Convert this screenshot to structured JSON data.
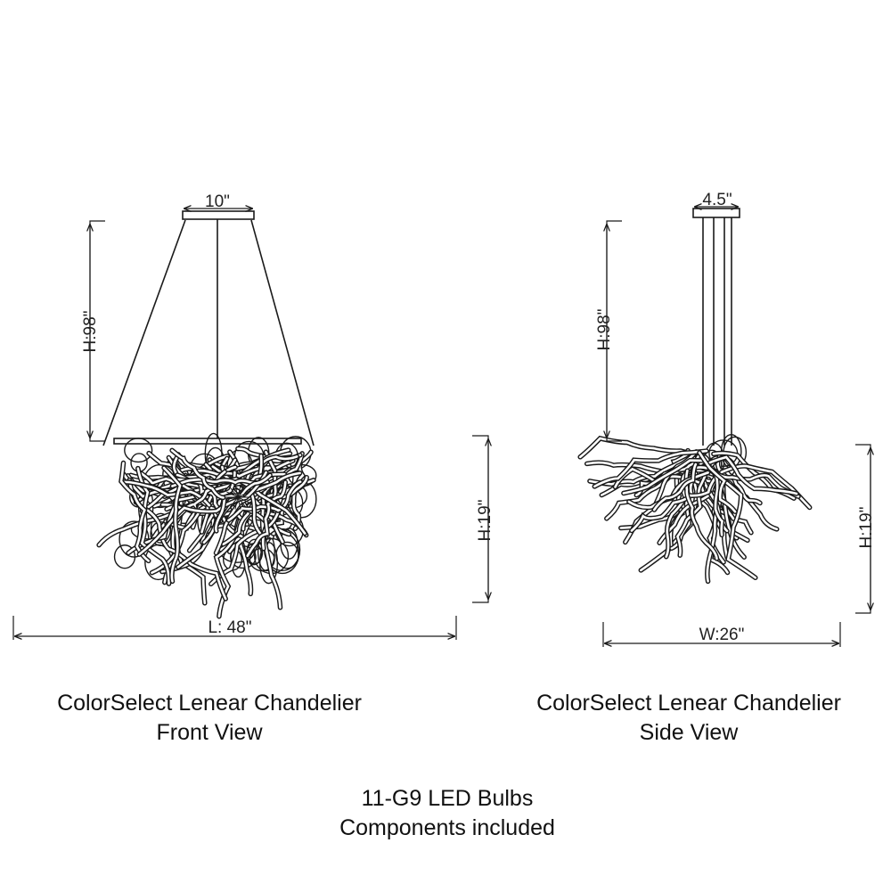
{
  "front_view": {
    "canopy_width": "10\"",
    "drop_height": "H:98\"",
    "body_height": "H:19\"",
    "length": "L:  48\"",
    "caption_line1": "ColorSelect Lenear Chandelier",
    "caption_line2": "Front View"
  },
  "side_view": {
    "canopy_width": "4.5\"",
    "drop_height": "H:98\"",
    "body_height": "H:19\"",
    "width": "W:26\"",
    "caption_line1": "ColorSelect Lenear Chandelier",
    "caption_line2": "Side View"
  },
  "footer": {
    "line1": "11-G9 LED Bulbs",
    "line2": "Components included"
  },
  "colors": {
    "line": "#1a1a1a",
    "background": "#ffffff"
  }
}
